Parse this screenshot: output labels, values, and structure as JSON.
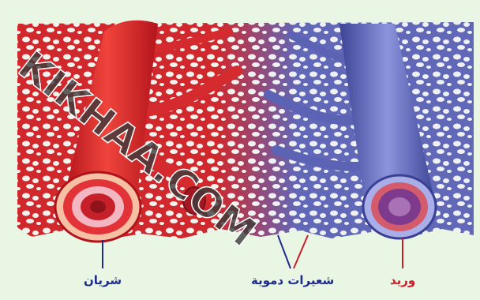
{
  "labels": {
    "artery": "شريان",
    "capillaries": "شعيرات دموية",
    "vein": "وريد"
  },
  "watermark": {
    "text": "KIKHAA.COM"
  },
  "colors": {
    "background": "#e9f6e4",
    "artery_red": "#d8262b",
    "vein_blue": "#5a63b8",
    "label_artery": "#1e2a8c",
    "label_vein": "#c8202a"
  }
}
